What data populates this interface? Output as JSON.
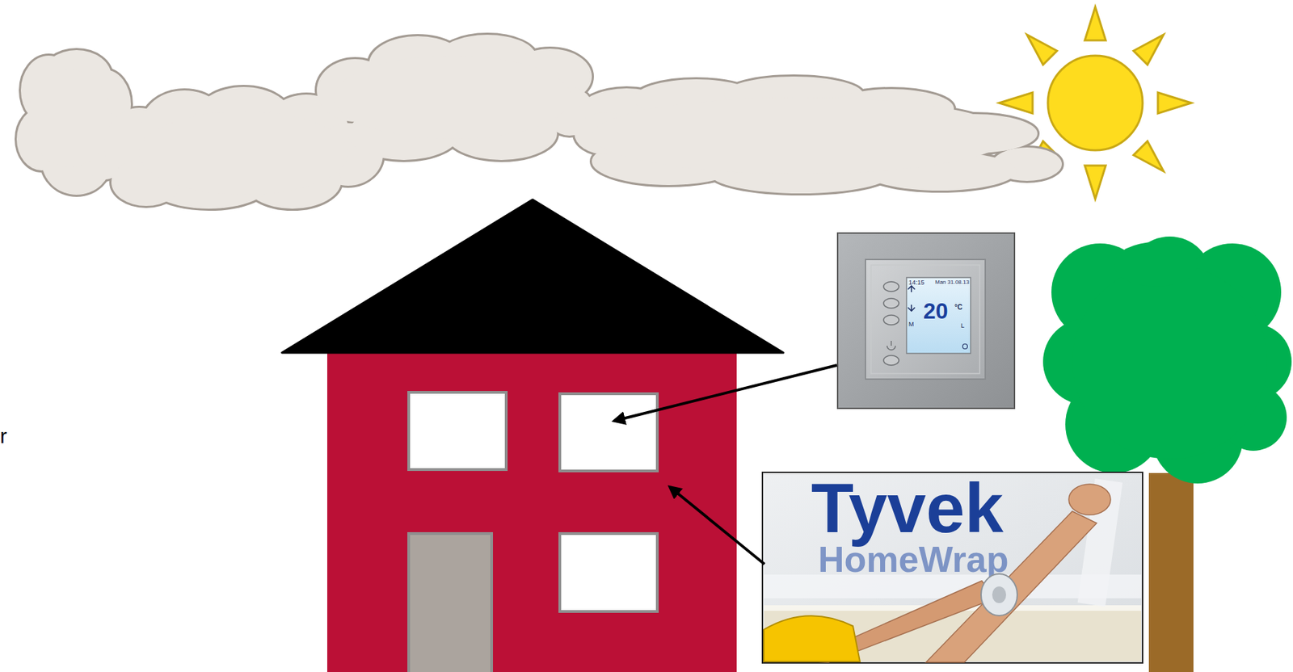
{
  "diagram": {
    "labels": [
      "r",
      "14:15",
      "Man 31.08.13",
      "20",
      "°C",
      "M",
      "L",
      "Tyvek",
      "HomeWrap"
    ]
  }
}
